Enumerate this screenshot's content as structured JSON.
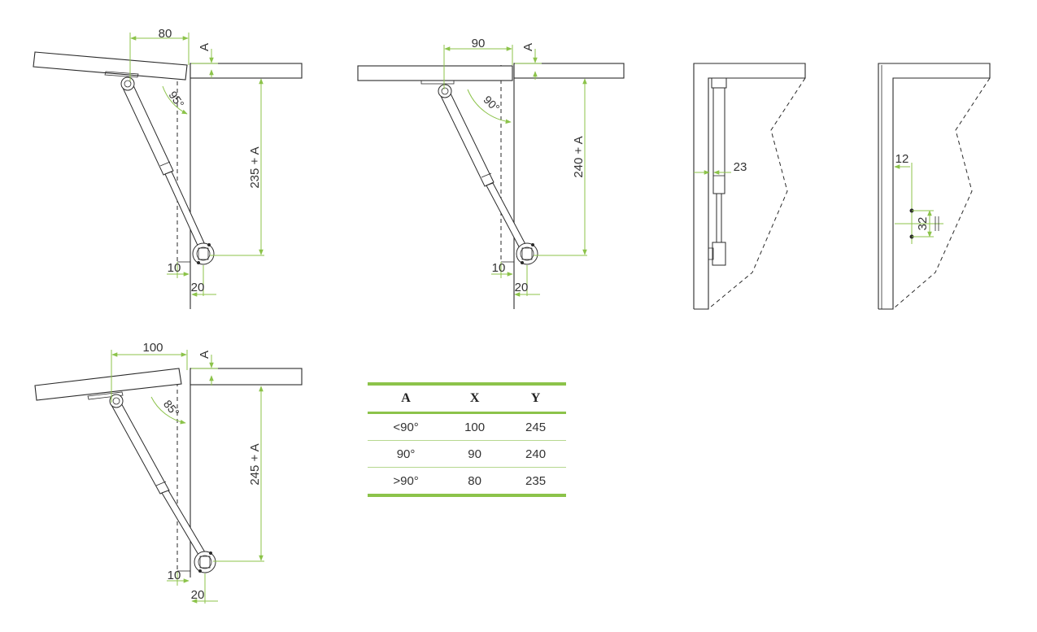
{
  "diagrams": {
    "opening_95": {
      "angle_label": "95°",
      "x_label": "80",
      "a_label": "A",
      "y_label": "235 + A",
      "offset_label": "10",
      "bracket_label": "20"
    },
    "opening_90": {
      "angle_label": "90°",
      "x_label": "90",
      "a_label": "A",
      "y_label": "240 + A",
      "offset_label": "10",
      "bracket_label": "20"
    },
    "opening_85": {
      "angle_label": "85°",
      "x_label": "100",
      "a_label": "A",
      "y_label": "245 + A",
      "offset_label": "10",
      "bracket_label": "20"
    },
    "side_view": {
      "inset_label": "23"
    },
    "mounting_view": {
      "inset_label": "12",
      "hole_spacing_label": "32"
    }
  },
  "table": {
    "headers": [
      "A",
      "X",
      "Y"
    ],
    "rows": [
      [
        "<90°",
        "100",
        "245"
      ],
      [
        "90°",
        "90",
        "240"
      ],
      [
        ">90°",
        "80",
        "235"
      ]
    ]
  },
  "colors": {
    "accent": "#8cc34a",
    "line": "#2a2a2a"
  }
}
